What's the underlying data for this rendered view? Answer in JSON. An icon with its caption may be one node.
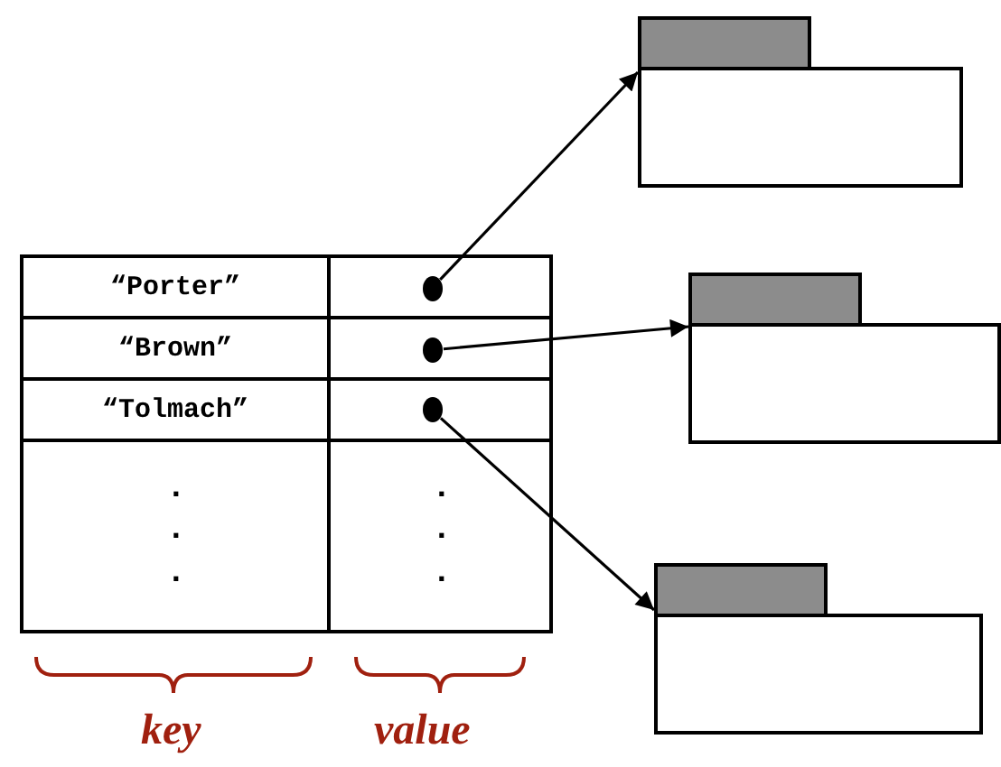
{
  "diagram": {
    "nodes": [
      {
        "text": [
          "“Porter”"
        ]
      },
      {
        "text": [
          "“Brown”"
        ]
      },
      {
        "text": [
          "“Tolmach”"
        ]
      },
      {
        "text": [],
        "shape": "circle"
      },
      {
        "text": [],
        "shape": "circle"
      },
      {
        "text": [],
        "shape": "circle"
      },
      {
        "text": [],
        "shape": "box"
      },
      {
        "text": [],
        "shape": "box"
      },
      {
        "text": [],
        "shape": "box"
      }
    ],
    "edges": [
      {
        "from": 3,
        "to": 6,
        "arrow": "to"
      },
      {
        "from": 4,
        "to": 7,
        "arrow": "to"
      },
      {
        "from": 5,
        "to": 8,
        "arrow": "to"
      }
    ],
    "labels": [
      ".",
      ".",
      ".",
      ".",
      ".",
      ".",
      "key",
      "value"
    ]
  }
}
